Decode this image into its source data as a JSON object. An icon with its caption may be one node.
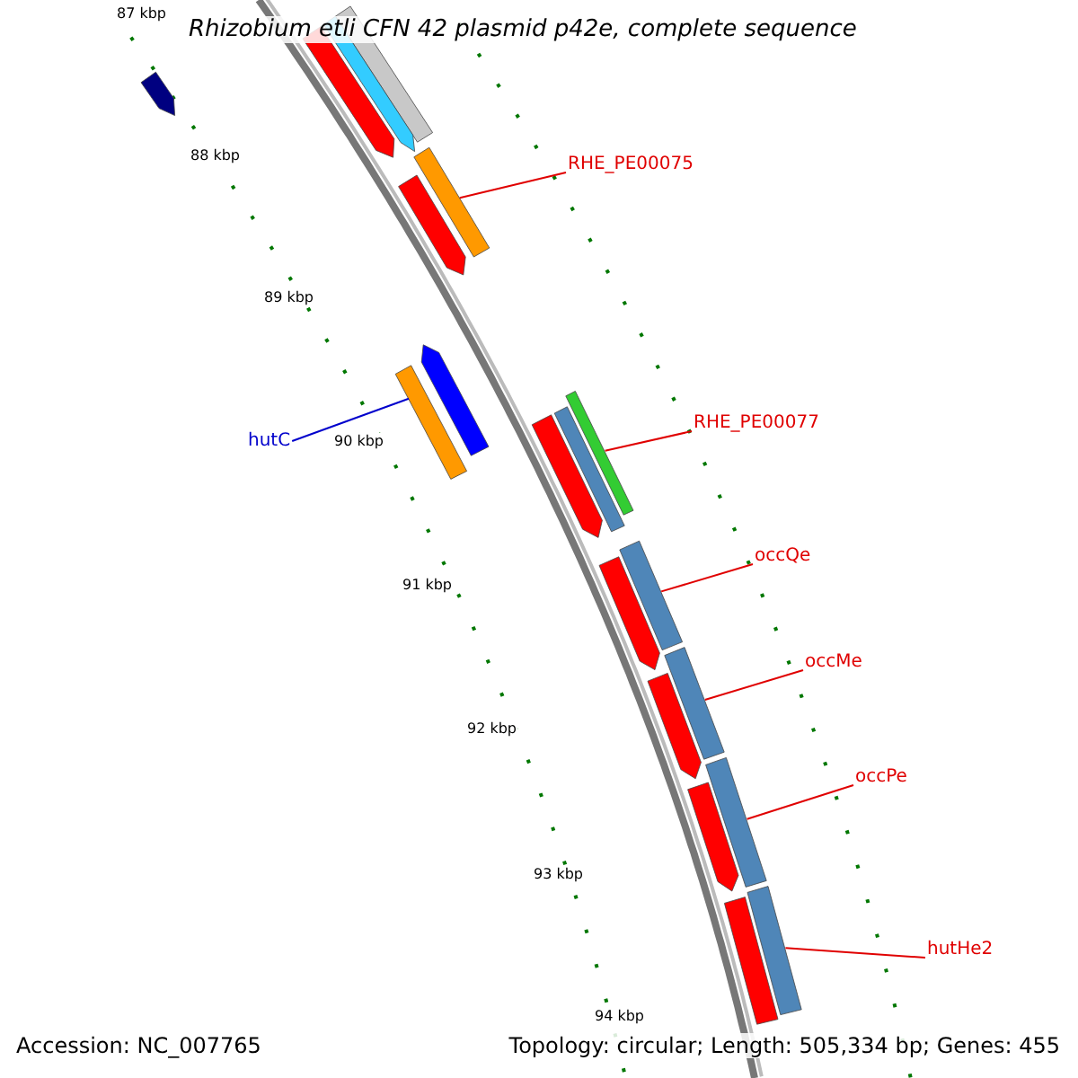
{
  "diagram": {
    "title": "Rhizobium etli CFN 42 plasmid p42e, complete sequence",
    "nodes": [
      {
        "text": [
          "RHE_PE00075"
        ]
      },
      {
        "text": [],
        "shape": "bar"
      },
      {
        "text": [
          "RHE_PE00077"
        ]
      },
      {
        "text": [],
        "shape": "bar"
      },
      {
        "text": [
          "occQe"
        ]
      },
      {
        "text": [],
        "shape": "bar"
      },
      {
        "text": [
          "occMe"
        ]
      },
      {
        "text": [],
        "shape": "bar"
      },
      {
        "text": [
          "occPe"
        ]
      },
      {
        "text": [],
        "shape": "bar"
      },
      {
        "text": [
          "hutHe2"
        ]
      },
      {
        "text": [],
        "shape": "bar"
      },
      {
        "text": [
          "hutC"
        ]
      },
      {
        "text": [],
        "shape": "bar"
      },
      {
        "text": [],
        "shape": "bar"
      },
      {
        "text": [],
        "shape": "bar"
      },
      {
        "text": [],
        "shape": "bar"
      },
      {
        "text": [],
        "shape": "bar"
      },
      {
        "text": [],
        "shape": "bar"
      },
      {
        "text": [],
        "shape": "bar"
      },
      {
        "text": [],
        "shape": "bar"
      },
      {
        "text": [],
        "shape": "bar"
      },
      {
        "text": [],
        "shape": "bar"
      },
      {
        "text": [],
        "shape": "bar"
      },
      {
        "text": [],
        "shape": "bar"
      },
      {
        "text": [],
        "shape": "bar"
      }
    ],
    "edges": [
      {
        "from": 0,
        "to": 1,
        "arrow": "none"
      },
      {
        "from": 2,
        "to": 3,
        "arrow": "none"
      },
      {
        "from": 4,
        "to": 5,
        "arrow": "none"
      },
      {
        "from": 6,
        "to": 7,
        "arrow": "none"
      },
      {
        "from": 8,
        "to": 9,
        "arrow": "none"
      },
      {
        "from": 10,
        "to": 11,
        "arrow": "none"
      },
      {
        "from": 12,
        "to": 13,
        "arrow": "none",
        "color": "#0000cc"
      }
    ],
    "labels": [
      "87 kbp",
      "88 kbp",
      "89 kbp",
      "90 kbp",
      "91 kbp",
      "92 kbp",
      "93 kbp",
      "94 kbp",
      "Accession: NC_007765",
      "Topology: circular; Length: 505,334 bp; Genes: 455"
    ]
  }
}
